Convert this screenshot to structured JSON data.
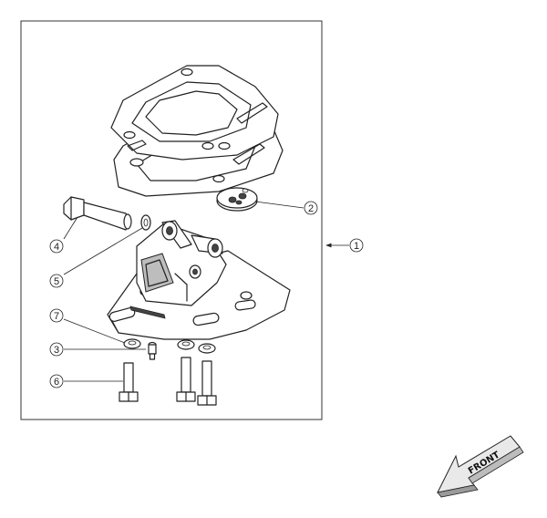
{
  "callouts": [
    {
      "id": "c1",
      "label": "1"
    },
    {
      "id": "c2",
      "label": "2"
    },
    {
      "id": "c3",
      "label": "3"
    },
    {
      "id": "c4",
      "label": "4"
    },
    {
      "id": "c5",
      "label": "5"
    },
    {
      "id": "c6",
      "label": "6"
    },
    {
      "id": "c7",
      "label": "7"
    }
  ],
  "front_arrow": {
    "label": "FRONT"
  }
}
